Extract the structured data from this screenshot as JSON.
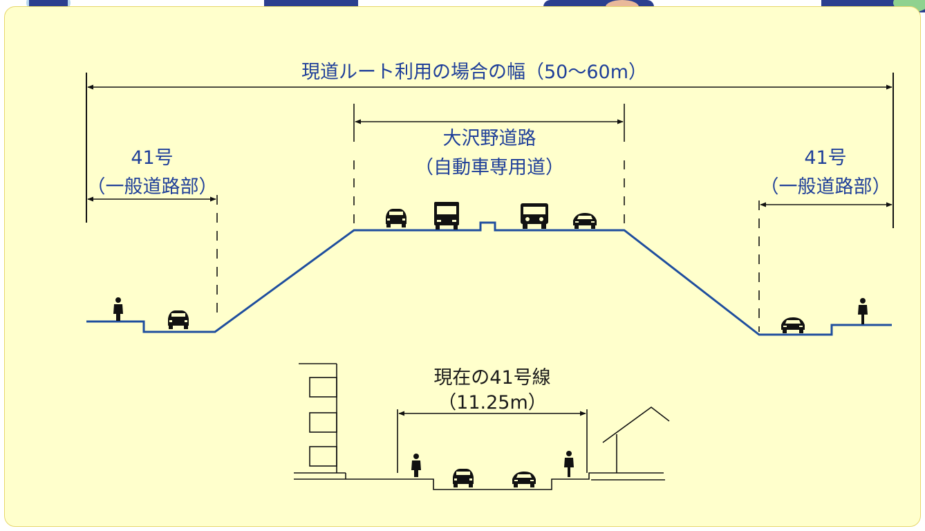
{
  "labels": {
    "total_width": "現道ルート利用の場合の幅（50〜60m）",
    "expressway_name": "大沢野道路",
    "expressway_type": "（自動車専用道）",
    "left_road_number": "41号",
    "left_road_type": "（一般道路部）",
    "right_road_number": "41号",
    "right_road_type": "（一般道路部）",
    "current_road_name": "現在の41号線",
    "current_road_width": "（11.25m）"
  },
  "colors": {
    "panel_background": "#ffffcc",
    "panel_border": "#e6d66a",
    "road_profile": "#1f4e9e",
    "label_text": "#1f3f99"
  }
}
